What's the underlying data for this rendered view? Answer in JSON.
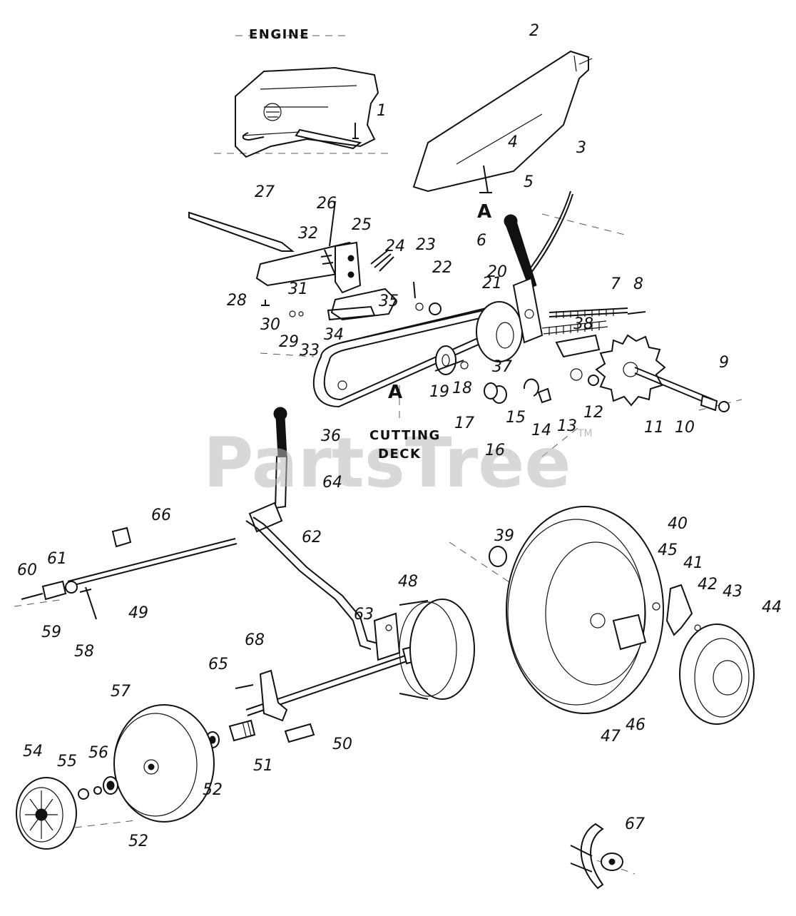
{
  "labels": {
    "engine": "ENGINE",
    "cutting_deck_line1": "CUTTING",
    "cutting_deck_line2": "DECK",
    "ref_marker_a": "A"
  },
  "watermark": {
    "text": "PartsTree",
    "trademark": "TM"
  },
  "callouts": [
    "1",
    "2",
    "3",
    "4",
    "5",
    "6",
    "7",
    "8",
    "9",
    "10",
    "11",
    "12",
    "13",
    "14",
    "15",
    "16",
    "17",
    "18",
    "19",
    "20",
    "21",
    "22",
    "23",
    "24",
    "25",
    "26",
    "27",
    "28",
    "29",
    "30",
    "31",
    "32",
    "33",
    "34",
    "35",
    "36",
    "37",
    "38",
    "39",
    "40",
    "41",
    "42",
    "43",
    "44",
    "45",
    "46",
    "47",
    "48",
    "49",
    "50",
    "51",
    "52",
    "54",
    "55",
    "56",
    "57",
    "58",
    "59",
    "60",
    "61",
    "62",
    "63",
    "64",
    "65",
    "66",
    "67",
    "68"
  ],
  "colors": {
    "ink": "#111111",
    "watermark": "#b9b9b9",
    "paper": "#ffffff"
  }
}
